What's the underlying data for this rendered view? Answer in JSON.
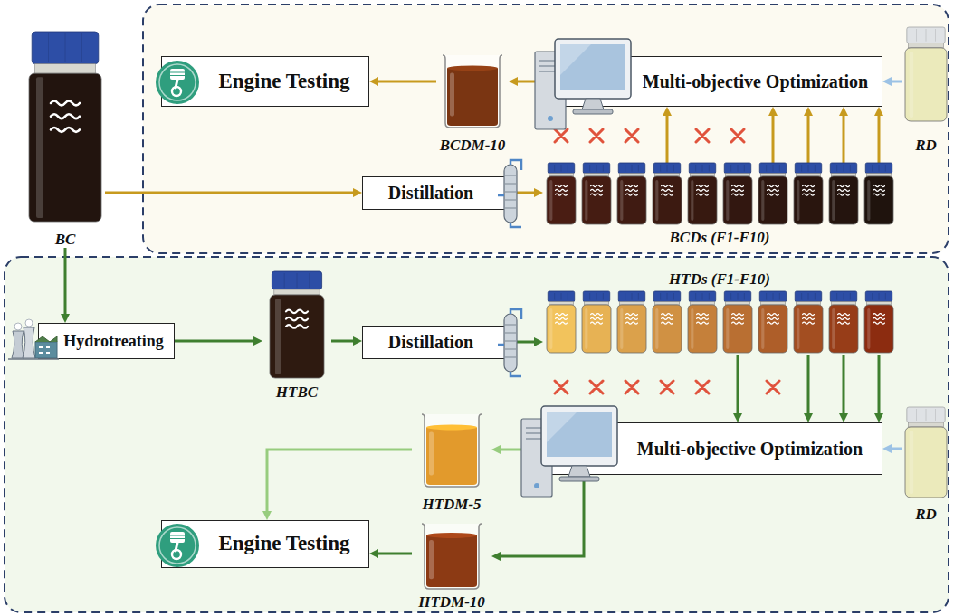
{
  "diagram": {
    "nodes": [
      {
        "text": [
          "BC"
        ]
      },
      {
        "text": [
          "Engine Testing"
        ]
      },
      {
        "text": [
          "BCDM-10"
        ]
      },
      {
        "text": [
          "Multi-objective Optimization"
        ]
      },
      {
        "text": [
          "RD"
        ]
      },
      {
        "text": [
          "Distillation"
        ]
      },
      {
        "text": [
          "BCDs (F1-F10)"
        ]
      },
      {
        "text": [
          "Hydrotreating"
        ]
      },
      {
        "text": [
          "HTBC"
        ]
      },
      {
        "text": [
          "Distillation"
        ]
      },
      {
        "text": [
          "HTDs (F1-F10)"
        ]
      },
      {
        "text": [
          "Multi-objective Optimization"
        ]
      },
      {
        "text": [
          "RD"
        ]
      },
      {
        "text": [
          "HTDM-5"
        ]
      },
      {
        "text": [
          "Engine Testing"
        ]
      },
      {
        "text": [
          "HTDM-10"
        ]
      }
    ],
    "edges": [
      {
        "from": 0,
        "to": 5,
        "arrow": "to"
      },
      {
        "from": 5,
        "to": 6,
        "arrow": "to"
      },
      {
        "from": 6,
        "to": 3,
        "arrow": "to"
      },
      {
        "from": 4,
        "to": 3,
        "arrow": "to"
      },
      {
        "from": 3,
        "to": 2,
        "arrow": "to"
      },
      {
        "from": 2,
        "to": 1,
        "arrow": "to"
      },
      {
        "from": 0,
        "to": 7,
        "arrow": "to"
      },
      {
        "from": 7,
        "to": 8,
        "arrow": "to"
      },
      {
        "from": 8,
        "to": 9,
        "arrow": "to"
      },
      {
        "from": 9,
        "to": 10,
        "arrow": "to"
      },
      {
        "from": 10,
        "to": 11,
        "arrow": "to"
      },
      {
        "from": 12,
        "to": 11,
        "arrow": "to"
      },
      {
        "from": 11,
        "to": 13,
        "arrow": "to"
      },
      {
        "from": 13,
        "to": 14,
        "arrow": "to"
      },
      {
        "from": 11,
        "to": 15,
        "arrow": "to"
      },
      {
        "from": 15,
        "to": 14,
        "arrow": "to"
      }
    ]
  }
}
